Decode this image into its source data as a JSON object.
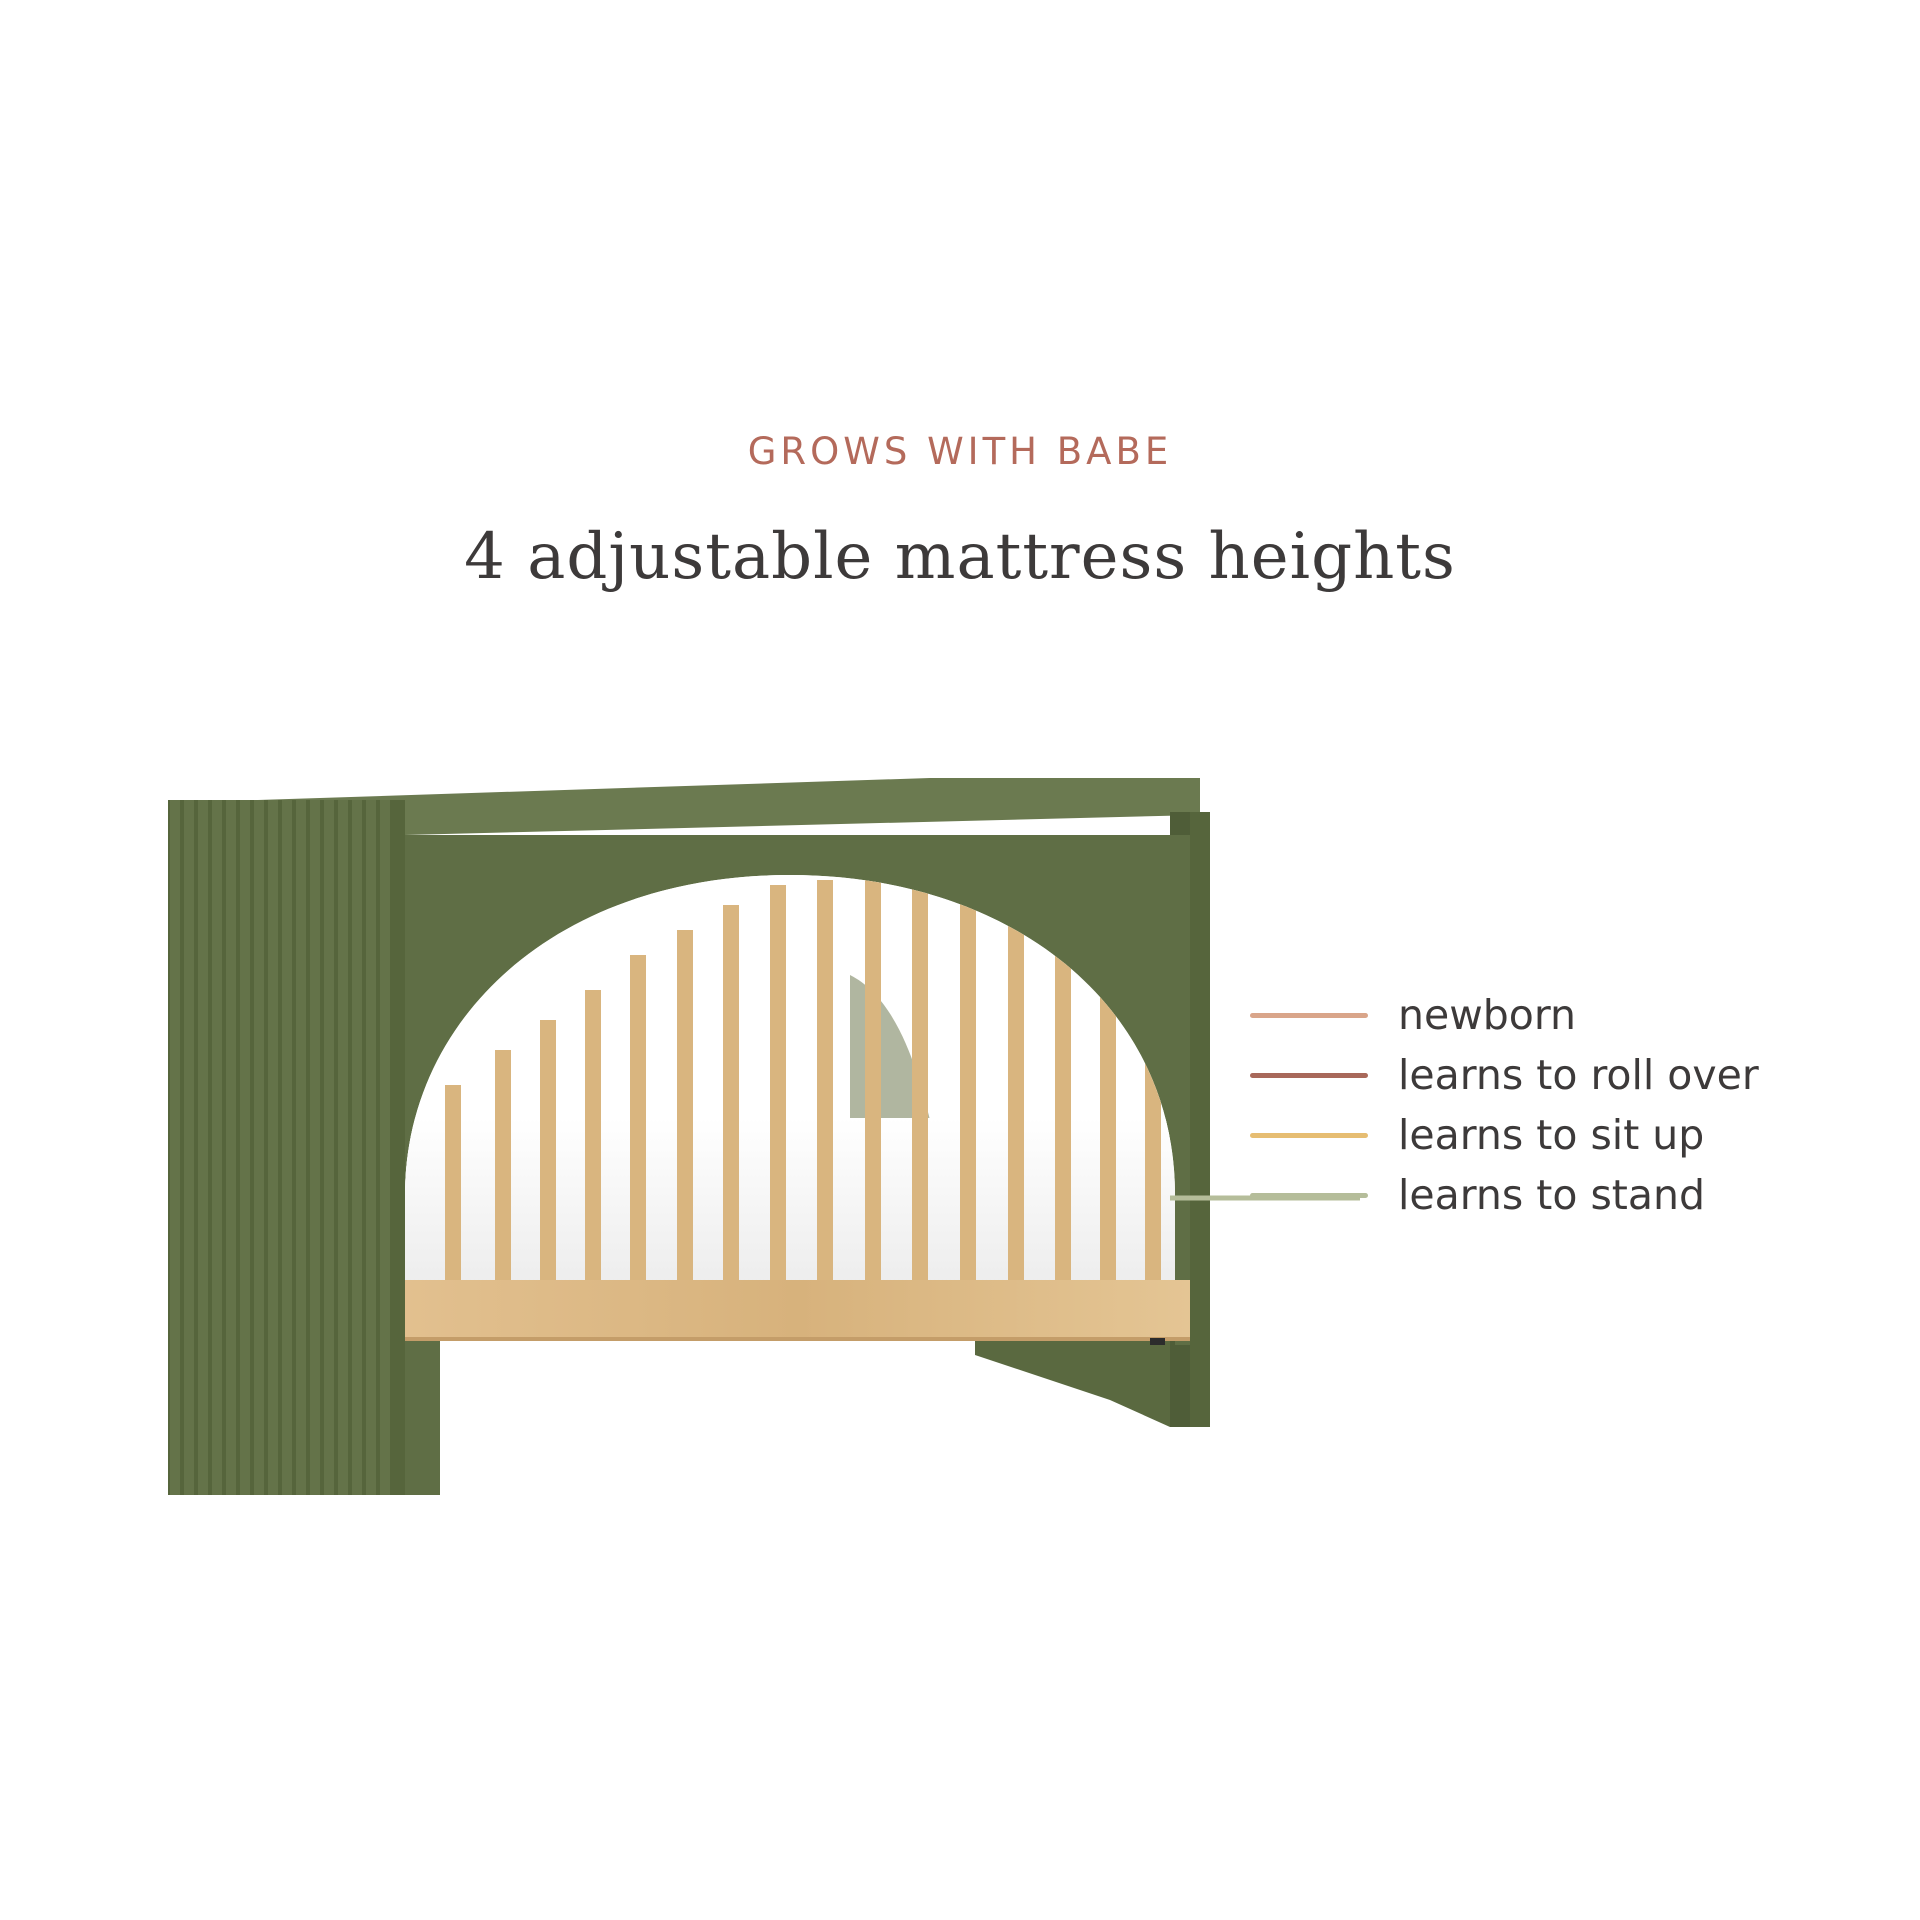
{
  "header": {
    "eyebrow": "GROWS WITH BABE",
    "title": "4 adjustable mattress heights"
  },
  "legend": {
    "items": [
      {
        "label": "newborn",
        "color": "#d9a58a"
      },
      {
        "label": "learns to roll over",
        "color": "#a8685a"
      },
      {
        "label": "learns to sit up",
        "color": "#e6bd72"
      },
      {
        "label": "learns to stand",
        "color": "#b5bd9a"
      }
    ]
  },
  "colors": {
    "crib_green": "#5f6e45",
    "crib_green_dark": "#4f5d38",
    "wood": "#dcb885",
    "mattress": "#f2f2f2"
  }
}
